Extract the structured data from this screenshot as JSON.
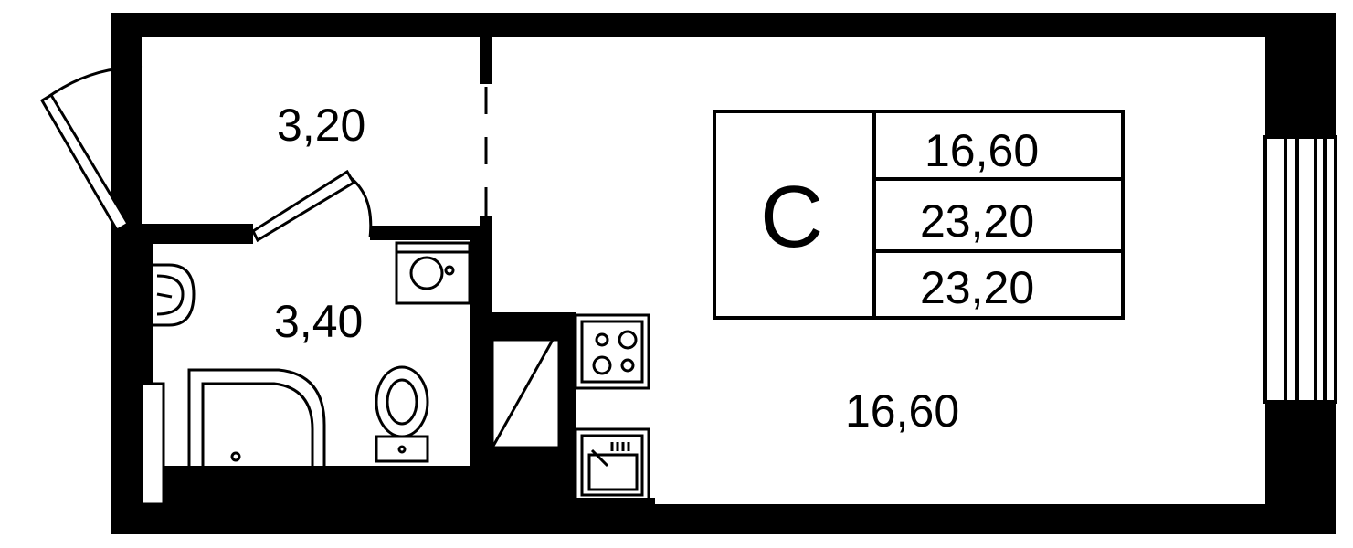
{
  "plan": {
    "rooms": {
      "hall_area": "3,20",
      "bathroom_area": "3,40",
      "living_area": "16,60"
    },
    "summary": {
      "type_letter": "C",
      "living_area": "16,60",
      "total_area": "23,20",
      "total_area_incl_balcony": "23,20"
    },
    "colors": {
      "wall": "#000000",
      "background": "#ffffff"
    }
  }
}
